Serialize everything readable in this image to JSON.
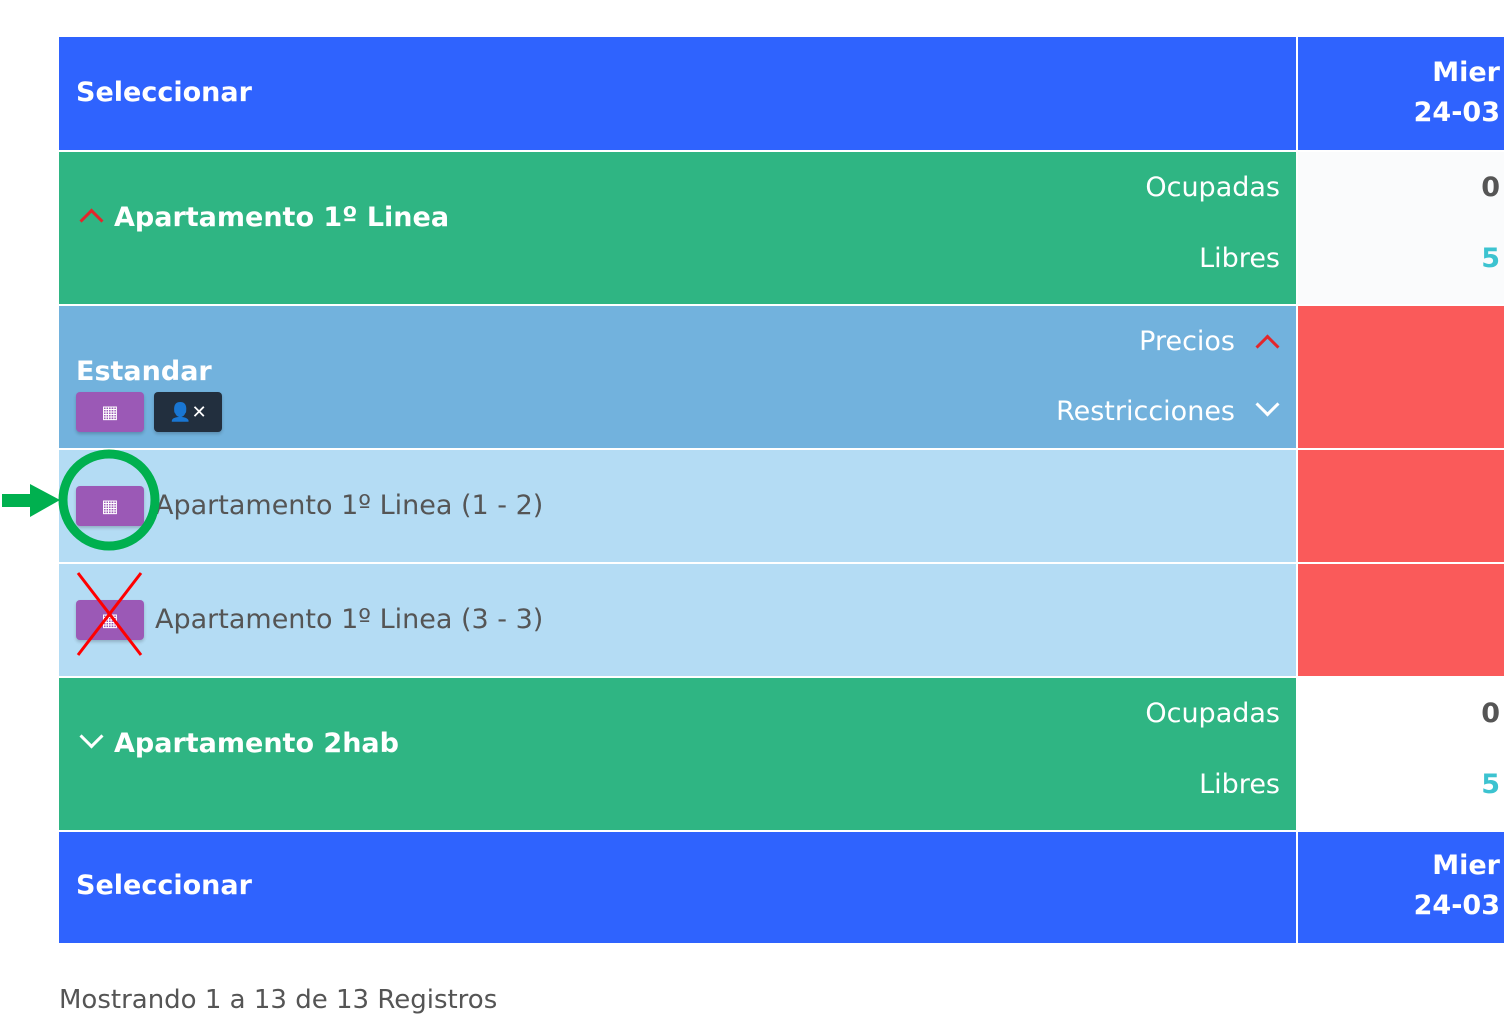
{
  "header": {
    "select_label": "Seleccionar",
    "day_label": "Mier",
    "date_label": "24-03"
  },
  "groups": [
    {
      "name": "Apartamento 1º Linea",
      "expanded": true,
      "occupied_label": "Ocupadas",
      "free_label": "Libres",
      "occupied_value": "0",
      "free_value": "5"
    },
    {
      "name": "Apartamento 2hab",
      "expanded": false,
      "occupied_label": "Ocupadas",
      "free_label": "Libres",
      "occupied_value": "0",
      "free_value": "5"
    }
  ],
  "rate": {
    "name": "Estandar",
    "prices_label": "Precios",
    "restrictions_label": "Restricciones"
  },
  "units": [
    {
      "label": "Apartamento 1º Linea (1 - 2)"
    },
    {
      "label": "Apartamento 1º Linea (3 - 3)"
    }
  ],
  "footer": {
    "select_label": "Seleccionar",
    "day_label": "Mier",
    "date_label": "24-03"
  },
  "pagination": {
    "summary": "Mostrando 1 a 13 de 13 Registros"
  },
  "colors": {
    "header": "#2f63fe",
    "group": "#2fb583",
    "rate": "#72b2dd",
    "unit": "#b4dcf4",
    "closed": "#fa5a5a",
    "button": "#9b59b6"
  }
}
